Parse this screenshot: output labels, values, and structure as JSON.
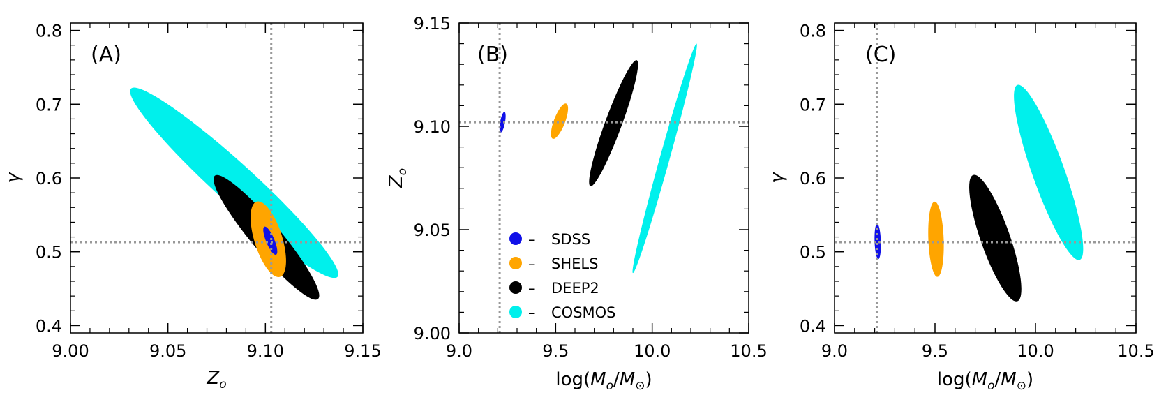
{
  "colors": {
    "SDSS": "#1010e8",
    "SHELS": "#ffa500",
    "DEEP2": "#000000",
    "COSMOS": "#00f0ec",
    "reference_line": "#999999",
    "frame": "#000000"
  },
  "legend": {
    "dash": "–",
    "entries": [
      {
        "name": "SDSS",
        "label": "SDSS"
      },
      {
        "name": "SHELS",
        "label": "SHELS"
      },
      {
        "name": "DEEP2",
        "label": "DEEP2"
      },
      {
        "name": "COSMOS",
        "label": "COSMOS"
      }
    ]
  },
  "chart_data": [
    {
      "type": "scatter",
      "panel_label": "(A)",
      "xlabel": "Z_o",
      "ylabel": "γ",
      "xlim": [
        9.0,
        9.15
      ],
      "ylim": [
        0.39,
        0.81
      ],
      "xticks": [
        "9.00",
        "9.05",
        "9.10",
        "9.15"
      ],
      "yticks": [
        "0.4",
        "0.5",
        "0.6",
        "0.7",
        "0.8"
      ],
      "reference_lines": {
        "x": 9.103,
        "y": 0.513
      },
      "series": [
        {
          "name": "COSMOS",
          "ellipse": {
            "center_x": 9.084,
            "center_y": 0.5935,
            "extreme_1": [
              9.031,
              0.721
            ],
            "extreme_2": [
              9.137,
              0.466
            ],
            "minor_halfwidth_px": 28
          }
        },
        {
          "name": "DEEP2",
          "ellipse": {
            "center_x": 9.1005,
            "center_y": 0.5195,
            "extreme_1": [
              9.074,
              0.603
            ],
            "extreme_2": [
              9.127,
              0.436
            ],
            "minor_halfwidth_px": 21
          }
        },
        {
          "name": "SHELS",
          "ellipse": {
            "center_x": 9.1015,
            "center_y": 0.517,
            "extreme_1": [
              9.0955,
              0.568
            ],
            "extreme_2": [
              9.1075,
              0.466
            ],
            "minor_halfwidth_px": 20
          }
        },
        {
          "name": "SDSS",
          "ellipse": {
            "center_x": 9.1025,
            "center_y": 0.515,
            "extreme_1": [
              9.0995,
              0.534
            ],
            "extreme_2": [
              9.1055,
              0.496
            ],
            "minor_halfwidth_px": 6
          }
        }
      ]
    },
    {
      "type": "scatter",
      "panel_label": "(B)",
      "xlabel": "log(M_o/M_⊙)",
      "ylabel": "Z_o",
      "xlim": [
        9.0,
        10.5
      ],
      "ylim": [
        9.0,
        9.15
      ],
      "xticks": [
        "9.0",
        "9.5",
        "10.0",
        "10.5"
      ],
      "yticks": [
        "9.00",
        "9.05",
        "9.10",
        "9.15"
      ],
      "reference_lines": {
        "x": 9.21,
        "y": 9.102
      },
      "legend_position": "bottom-left",
      "series": [
        {
          "name": "SDSS",
          "ellipse": {
            "center_x": 9.225,
            "center_y": 9.102,
            "extreme_1": [
              9.215,
              9.097
            ],
            "extreme_2": [
              9.235,
              9.107
            ],
            "minor_halfwidth_px": 3.5
          }
        },
        {
          "name": "SHELS",
          "ellipse": {
            "center_x": 9.52,
            "center_y": 9.102,
            "extreme_1": [
              9.485,
              9.094
            ],
            "extreme_2": [
              9.555,
              9.111
            ],
            "minor_halfwidth_px": 8
          }
        },
        {
          "name": "DEEP2",
          "ellipse": {
            "center_x": 9.8,
            "center_y": 9.102,
            "extreme_1": [
              9.68,
              9.071
            ],
            "extreme_2": [
              9.92,
              9.132
            ],
            "minor_halfwidth_px": 12
          }
        },
        {
          "name": "COSMOS",
          "ellipse": {
            "center_x": 10.065,
            "center_y": 9.085,
            "extreme_1": [
              9.9,
              9.029
            ],
            "extreme_2": [
              10.23,
              9.14
            ],
            "minor_halfwidth_px": 7
          }
        }
      ]
    },
    {
      "type": "scatter",
      "panel_label": "(C)",
      "xlabel": "log(M_o/M_⊙)",
      "ylabel": "γ",
      "xlim": [
        9.0,
        10.5
      ],
      "ylim": [
        0.39,
        0.81
      ],
      "xticks": [
        "9.0",
        "9.5",
        "10.0",
        "10.5"
      ],
      "yticks": [
        "0.4",
        "0.5",
        "0.6",
        "0.7",
        "0.8"
      ],
      "reference_lines": {
        "x": 9.21,
        "y": 0.513
      },
      "series": [
        {
          "name": "SDSS",
          "ellipse": {
            "center_x": 9.215,
            "center_y": 0.514,
            "extreme_1": [
              9.212,
              0.538
            ],
            "extreme_2": [
              9.218,
              0.49
            ],
            "minor_halfwidth_px": 4.5
          }
        },
        {
          "name": "SHELS",
          "ellipse": {
            "center_x": 9.505,
            "center_y": 0.517,
            "extreme_1": [
              9.498,
              0.568
            ],
            "extreme_2": [
              9.512,
              0.466
            ],
            "minor_halfwidth_px": 11
          }
        },
        {
          "name": "DEEP2",
          "ellipse": {
            "center_x": 9.8,
            "center_y": 0.5185,
            "extreme_1": [
              9.69,
              0.604
            ],
            "extreme_2": [
              9.91,
              0.433
            ],
            "minor_halfwidth_px": 21
          }
        },
        {
          "name": "COSMOS",
          "ellipse": {
            "center_x": 10.065,
            "center_y": 0.6075,
            "extreme_1": [
              9.91,
              0.726
            ],
            "extreme_2": [
              10.22,
              0.489
            ],
            "minor_halfwidth_px": 23
          }
        }
      ]
    }
  ]
}
